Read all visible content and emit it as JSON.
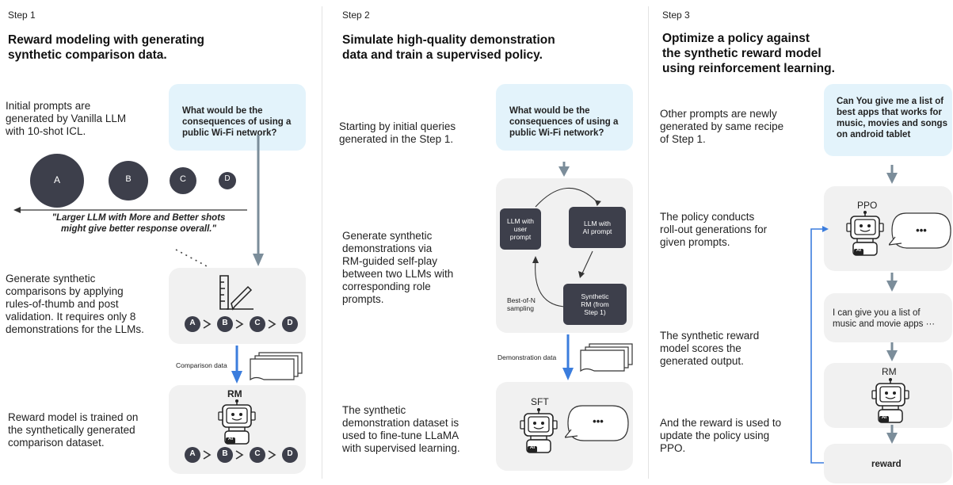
{
  "step1": {
    "label": "Step 1",
    "title_line1": "Reward modeling with generating",
    "title_line2": "synthetic comparison data.",
    "desc_initial": [
      "Initial prompts are",
      "generated by Vanilla LLM",
      "with 10-shot ICL."
    ],
    "prompt": [
      "What would be the",
      "consequences of using a",
      "public Wi-Fi network?"
    ],
    "circles": [
      "A",
      "B",
      "C",
      "D"
    ],
    "quote_line1": "\"Larger LLM with More and Better shots",
    "quote_line2": "might give better response overall.\"",
    "desc_generate": [
      "Generate synthetic",
      "comparisons by applying",
      "rules-of-thumb and post",
      "validation. It requires only 8",
      "demonstrations for the LLMs."
    ],
    "ranking": [
      "A",
      "B",
      "C",
      "D"
    ],
    "comparison_label": "Comparison data",
    "rm_label": "RM",
    "desc_rm": [
      "Reward model is trained on",
      "the synthetically generated",
      "comparison dataset."
    ]
  },
  "step2": {
    "label": "Step 2",
    "title_line1": "Simulate high-quality demonstration",
    "title_line2": "data and train a supervised policy.",
    "desc_start": [
      "Starting by initial queries",
      "generated in the Step 1."
    ],
    "prompt": [
      "What would be the",
      "consequences of using a",
      "public Wi-Fi network?"
    ],
    "desc_generate": [
      "Generate synthetic",
      "demonstrations via",
      "RM-guided self-play",
      "between two LLMs with",
      "corresponding role",
      "prompts."
    ],
    "llm_user": [
      "LLM with",
      "user",
      "prompt"
    ],
    "llm_ai": [
      "LLM with",
      "AI prompt"
    ],
    "synthetic_rm": [
      "Synthetic",
      "RM (from",
      "Step 1)"
    ],
    "best_of_n": [
      "Best-of-N",
      "sampling"
    ],
    "demo_label": "Demonstration data",
    "sft_label": "SFT",
    "desc_sft": [
      "The synthetic",
      "demonstration dataset is",
      "used to fine-tune LLaMA",
      "with supervised learning."
    ]
  },
  "step3": {
    "label": "Step 3",
    "title_line1": "Optimize a policy against",
    "title_line2": "the synthetic reward model",
    "title_line3": "using reinforcement learning.",
    "desc_other": [
      "Other prompts are newly",
      "generated by same recipe",
      "of Step 1."
    ],
    "prompt": [
      "Can You give me a list of",
      "best apps that works for",
      "music, movies and songs",
      "on android tablet"
    ],
    "ppo_label": "PPO",
    "desc_policy": [
      "The policy conducts",
      "roll-out generations for",
      "given prompts."
    ],
    "response": [
      "I can give you a list of",
      "music and movie apps ···"
    ],
    "desc_score": [
      "The synthetic reward",
      "model scores the",
      "generated output."
    ],
    "rm_label": "RM",
    "desc_reward": [
      "And the reward is used to",
      "update the policy using",
      "PPO."
    ],
    "reward_label": "reward"
  },
  "robot_badge": "AI",
  "bubble_dots": "•••",
  "colors": {
    "prompt_bg": "#e3f3fb",
    "panel_bg": "#f1f1f1",
    "dark_box": "#3d3f4b",
    "blue_arrow": "#3b7ddd",
    "gray_arrow": "#7b8d9a"
  }
}
